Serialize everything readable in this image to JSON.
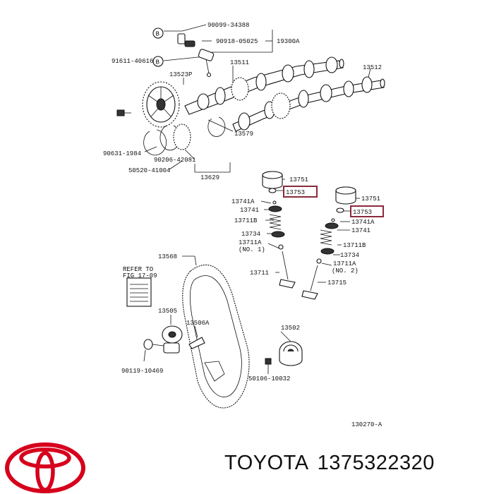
{
  "labels": {
    "p90099_34388": "90099-34388",
    "p90918_05025": "90918-05025",
    "p19300a": "19300A",
    "p91611_40616": "91611-40616",
    "p13511": "13511",
    "p13523p": "13523P",
    "p13512": "13512",
    "p13579": "13579",
    "p90631_1984": "90631-1984",
    "p90206_42081": "90206-42081",
    "p50520_41004": "50520-41004",
    "p13629": "13629",
    "p13751_a": "13751",
    "p13753_a": "13753",
    "p13741a_a": "13741A",
    "p13741_a": "13741",
    "p13751_b": "13751",
    "p13753_b": "13753",
    "p13711b_a": "13711B",
    "p13741a_b": "13741A",
    "p13741_b": "13741",
    "p13734_a": "13734",
    "p13711a_a": "13711A",
    "p_no1": "(NO. 1)",
    "p13711b_b": "13711B",
    "p13734_b": "13734",
    "p13711a_b": "13711A",
    "p_no2": "(NO. 2)",
    "p13711": "13711",
    "p13715": "13715",
    "p13568": "13568",
    "refer_line1": "REFER TO",
    "refer_line2": "FIG 17-09",
    "p13505": "13505",
    "p13506a": "13506A",
    "p13502": "13502",
    "p90119_10469": "90119-10469",
    "p50106_10032": "50106-10032",
    "fig_code": "130270-A",
    "callout_b1": "B",
    "callout_b2": "B"
  },
  "footer": {
    "brand": "TOYOTA",
    "part_number": "1375322320"
  },
  "colors": {
    "highlight": "#8a2a3c",
    "logo_red": "#d6001c"
  }
}
